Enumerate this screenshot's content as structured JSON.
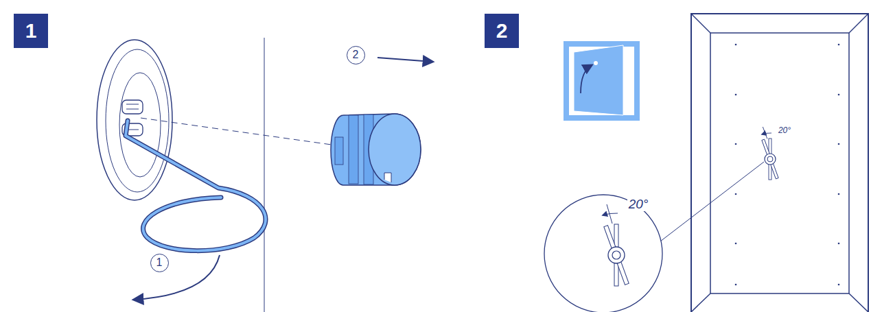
{
  "diagram": {
    "nodes": [
      {
        "text": [
          "1"
        ]
      },
      {
        "text": [
          "1"
        ]
      },
      {
        "text": [
          "2"
        ]
      },
      {
        "text": [
          "2"
        ]
      }
    ],
    "labels": [
      "20°",
      "20°"
    ]
  }
}
